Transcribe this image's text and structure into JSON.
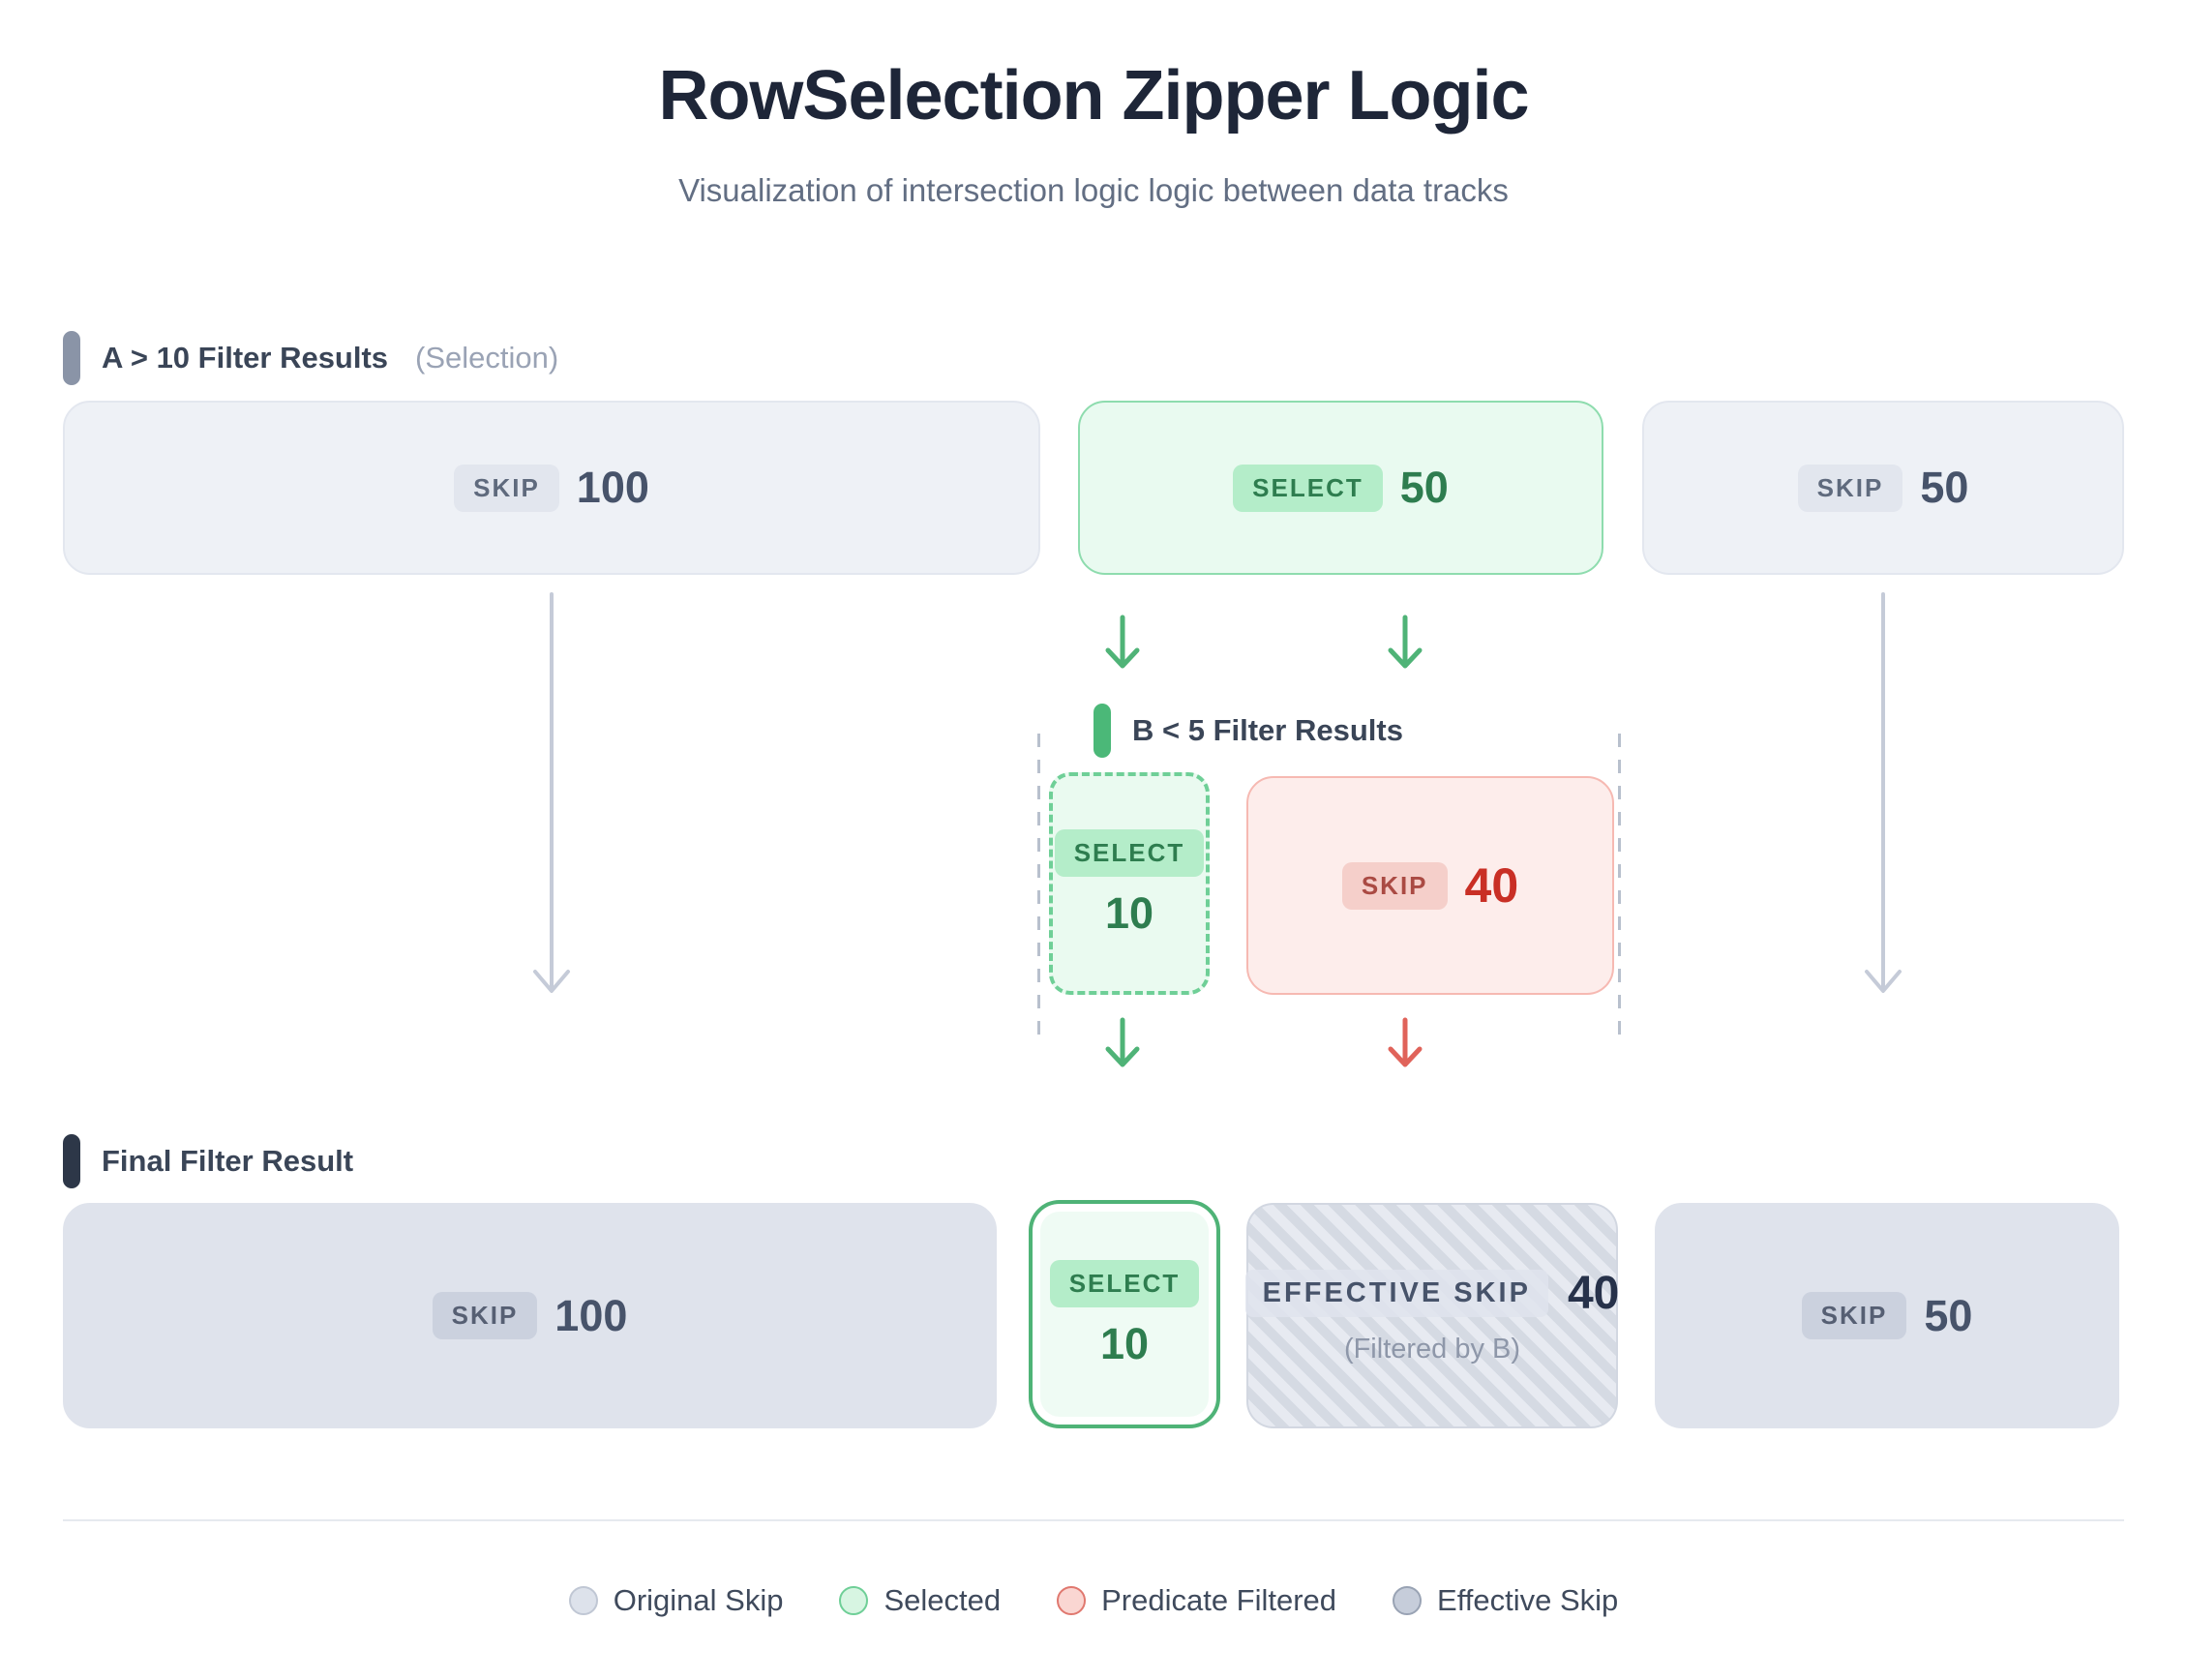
{
  "header": {
    "title": "RowSelection Zipper Logic",
    "subtitle": "Visualization of intersection logic logic between data tracks"
  },
  "track_a": {
    "label": "A > 10 Filter Results",
    "suffix": "(Selection)",
    "boxes": [
      {
        "badge": "SKIP",
        "value": "100",
        "kind": "original-skip"
      },
      {
        "badge": "SELECT",
        "value": "50",
        "kind": "selected"
      },
      {
        "badge": "SKIP",
        "value": "50",
        "kind": "original-skip"
      }
    ]
  },
  "track_b": {
    "label": "B < 5 Filter Results",
    "boxes": [
      {
        "badge": "SELECT",
        "value": "10",
        "kind": "selected"
      },
      {
        "badge": "SKIP",
        "value": "40",
        "kind": "predicate-filtered"
      }
    ]
  },
  "final": {
    "label": "Final Filter Result",
    "boxes": [
      {
        "badge": "SKIP",
        "value": "100",
        "kind": "original-skip"
      },
      {
        "badge": "SELECT",
        "value": "10",
        "kind": "selected"
      },
      {
        "badge": "EFFECTIVE SKIP",
        "value": "40",
        "note": "(Filtered by B)",
        "kind": "effective-skip"
      },
      {
        "badge": "SKIP",
        "value": "50",
        "kind": "original-skip"
      }
    ]
  },
  "legend": {
    "items": [
      {
        "label": "Original Skip",
        "fill": "#dde2eb",
        "border": "#c0c7d4"
      },
      {
        "label": "Selected",
        "fill": "#d7f5e2",
        "border": "#6fcf97"
      },
      {
        "label": "Predicate Filtered",
        "fill": "#fad6d2",
        "border": "#e0786f"
      },
      {
        "label": "Effective Skip",
        "fill": "#c6cdda",
        "border": "#99a3b4"
      }
    ]
  },
  "colors": {
    "title": "#1e2638",
    "subtitle": "#626e83",
    "green_accent": "#4fb377",
    "red_accent": "#e0635a",
    "gray_arrow": "#c5cbd8",
    "skip_bg": "#eef1f6",
    "skip_final_bg": "#dfe3ec",
    "select_bg": "#e9faf0",
    "predicate_bg": "#fdedeb"
  }
}
